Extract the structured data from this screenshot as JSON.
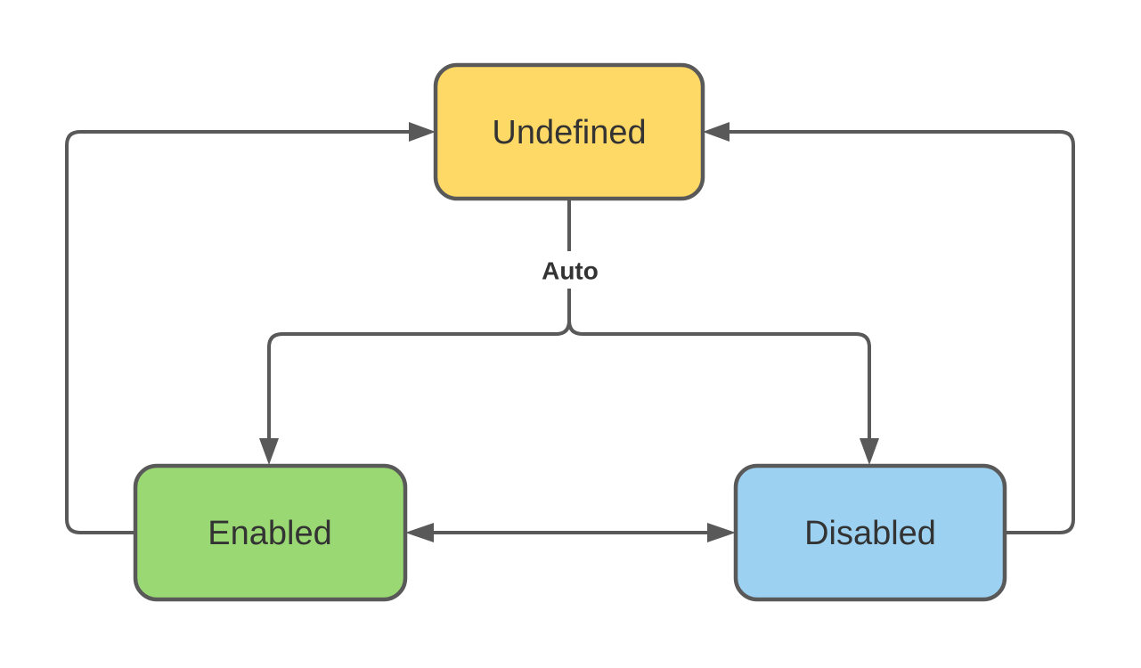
{
  "diagram": {
    "type": "state-diagram",
    "background_color": "#ffffff",
    "line_color": "#595959",
    "text_color": "#333333",
    "nodes": [
      {
        "id": "undefined",
        "label": "Undefined",
        "fill": "#FFD966"
      },
      {
        "id": "enabled",
        "label": "Enabled",
        "fill": "#9AD874"
      },
      {
        "id": "disabled",
        "label": "Disabled",
        "fill": "#9DD1F1"
      }
    ],
    "auto_label": "Auto",
    "edges": [
      {
        "from": "Enabled",
        "to": "Undefined",
        "label": "",
        "bidirectional": false
      },
      {
        "from": "Disabled",
        "to": "Undefined",
        "label": "",
        "bidirectional": false
      },
      {
        "from": "Undefined",
        "to": "Enabled",
        "label": "Auto",
        "bidirectional": false
      },
      {
        "from": "Undefined",
        "to": "Disabled",
        "label": "Auto",
        "bidirectional": false
      },
      {
        "from": "Enabled",
        "to": "Disabled",
        "label": "",
        "bidirectional": true
      }
    ]
  }
}
